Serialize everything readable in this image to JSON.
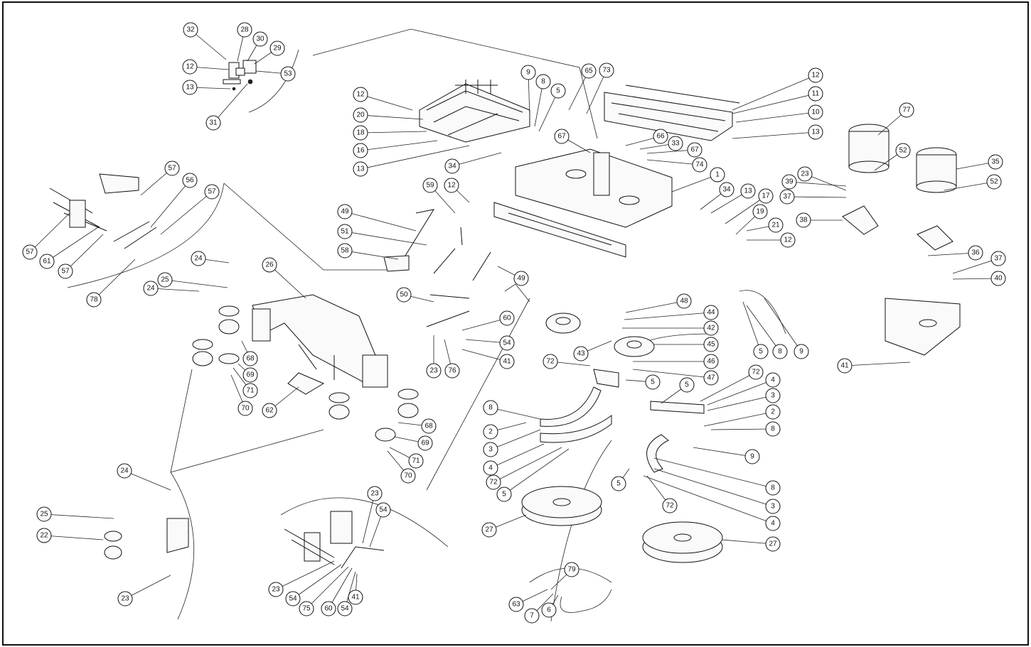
{
  "diagram": {
    "kind": "exploded parts view",
    "colors": {
      "line": "#111111",
      "background": "#ffffff"
    },
    "callouts": [
      "32",
      "28",
      "30",
      "29",
      "12",
      "53",
      "13",
      "31",
      "57",
      "56",
      "57",
      "57",
      "61",
      "57",
      "78",
      "12",
      "20",
      "18",
      "16",
      "13",
      "9",
      "8",
      "5",
      "65",
      "73",
      "34",
      "67",
      "66",
      "33",
      "67",
      "74",
      "12",
      "11",
      "10",
      "13",
      "1",
      "34",
      "13",
      "17",
      "19",
      "21",
      "12",
      "77",
      "52",
      "35",
      "52",
      "23",
      "39",
      "37",
      "38",
      "36",
      "37",
      "40",
      "59",
      "12",
      "49",
      "51",
      "58",
      "49",
      "50",
      "60",
      "54",
      "41",
      "23",
      "76",
      "24",
      "25",
      "24",
      "26",
      "68",
      "69",
      "71",
      "70",
      "62",
      "68",
      "69",
      "71",
      "70",
      "48",
      "44",
      "42",
      "45",
      "43",
      "46",
      "47",
      "72",
      "5",
      "5",
      "72",
      "4",
      "3",
      "2",
      "8",
      "9",
      "8",
      "3",
      "4",
      "72",
      "5",
      "8",
      "2",
      "3",
      "4",
      "72",
      "5",
      "27",
      "27",
      "41",
      "5",
      "8",
      "9",
      "24",
      "25",
      "22",
      "23",
      "23",
      "54",
      "23",
      "54",
      "75",
      "60",
      "54",
      "41",
      "79",
      "63",
      "7",
      "6"
    ]
  }
}
